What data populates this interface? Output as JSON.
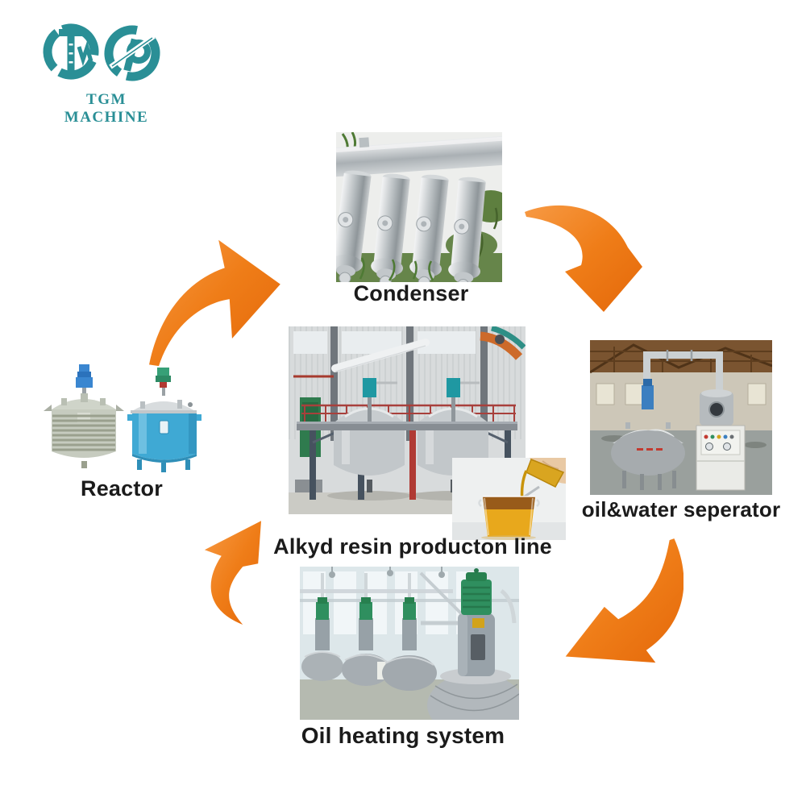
{
  "logo": {
    "brand": "TGM MACHINE",
    "color": "#2a8f96",
    "emblems": [
      "tgm-monogram-circle-icon",
      "p-monogram-circle-icon"
    ]
  },
  "flow": {
    "arrow_color": "#ef7d18",
    "arrows": [
      {
        "name": "reactor-to-condenser",
        "direction": "up-right"
      },
      {
        "name": "condenser-to-separator",
        "direction": "down"
      },
      {
        "name": "separator-to-heating",
        "direction": "down-left"
      },
      {
        "name": "heating-to-reactor",
        "direction": "up"
      }
    ]
  },
  "nodes": [
    {
      "id": "condenser",
      "label": "Condenser",
      "photo": "stainless-steel-condenser-cylinders"
    },
    {
      "id": "reactor",
      "label": "Reactor",
      "photo": "two-mixing-reactor-vessels"
    },
    {
      "id": "production-line",
      "label": "Alkyd resin producton line",
      "photo": "factory-reactor-platform",
      "inset_photo": "alkyd-resin-amber-sample"
    },
    {
      "id": "separator",
      "label": "oil&water seperator",
      "photo": "workshop-oil-water-separator"
    },
    {
      "id": "heating",
      "label": "Oil heating system",
      "photo": "oil-heating-reactor-row"
    }
  ],
  "text_color": "#1b1b1b",
  "background": "#ffffff"
}
